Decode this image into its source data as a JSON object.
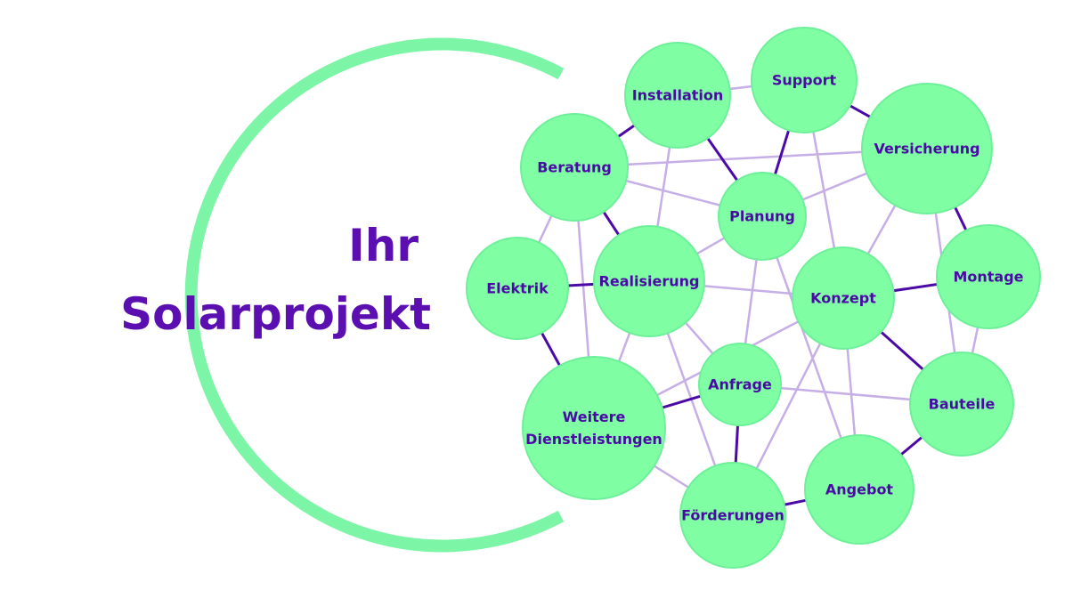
{
  "title": {
    "line1": "Ihr",
    "line2": "Solarprojekt"
  },
  "colors": {
    "arc": "#7df5a7",
    "node_fill": "#80fea3",
    "node_stroke": "#6ef09a",
    "edge_strong": "#4b0aa8",
    "edge_light": "#c6aee6",
    "text": "#4a0aa6",
    "title": "#5b0fb0"
  },
  "nodes": {
    "installation": "Installation",
    "support": "Support",
    "versicherung": "Versicherung",
    "beratung": "Beratung",
    "planung": "Planung",
    "elektrik": "Elektrik",
    "realisierung": "Realisierung",
    "konzept": "Konzept",
    "montage": "Montage",
    "anfrage": "Anfrage",
    "weitere": [
      "Weitere",
      "Dienstleistungen"
    ],
    "bauteile": "Bauteile",
    "angebot": "Angebot",
    "foerderungen": "Förderungen"
  },
  "edges_strong": [
    [
      "installation",
      "beratung"
    ],
    [
      "installation",
      "planung"
    ],
    [
      "support",
      "planung"
    ],
    [
      "support",
      "versicherung"
    ],
    [
      "beratung",
      "realisierung"
    ],
    [
      "elektrik",
      "realisierung"
    ],
    [
      "elektrik",
      "weitere"
    ],
    [
      "weitere",
      "anfrage"
    ],
    [
      "anfrage",
      "foerderungen"
    ],
    [
      "foerderungen",
      "angebot"
    ],
    [
      "angebot",
      "bauteile"
    ],
    [
      "konzept",
      "bauteile"
    ],
    [
      "konzept",
      "montage"
    ],
    [
      "versicherung",
      "montage"
    ]
  ],
  "edges_light": [
    [
      "installation",
      "support"
    ],
    [
      "installation",
      "realisierung"
    ],
    [
      "support",
      "konzept"
    ],
    [
      "beratung",
      "versicherung"
    ],
    [
      "beratung",
      "planung"
    ],
    [
      "beratung",
      "elektrik"
    ],
    [
      "beratung",
      "weitere"
    ],
    [
      "planung",
      "realisierung"
    ],
    [
      "planung",
      "versicherung"
    ],
    [
      "planung",
      "anfrage"
    ],
    [
      "planung",
      "angebot"
    ],
    [
      "realisierung",
      "konzept"
    ],
    [
      "realisierung",
      "anfrage"
    ],
    [
      "realisierung",
      "foerderungen"
    ],
    [
      "realisierung",
      "weitere"
    ],
    [
      "versicherung",
      "konzept"
    ],
    [
      "versicherung",
      "bauteile"
    ],
    [
      "konzept",
      "weitere"
    ],
    [
      "konzept",
      "foerderungen"
    ],
    [
      "konzept",
      "angebot"
    ],
    [
      "montage",
      "bauteile"
    ],
    [
      "anfrage",
      "bauteile"
    ],
    [
      "weitere",
      "foerderungen"
    ]
  ]
}
